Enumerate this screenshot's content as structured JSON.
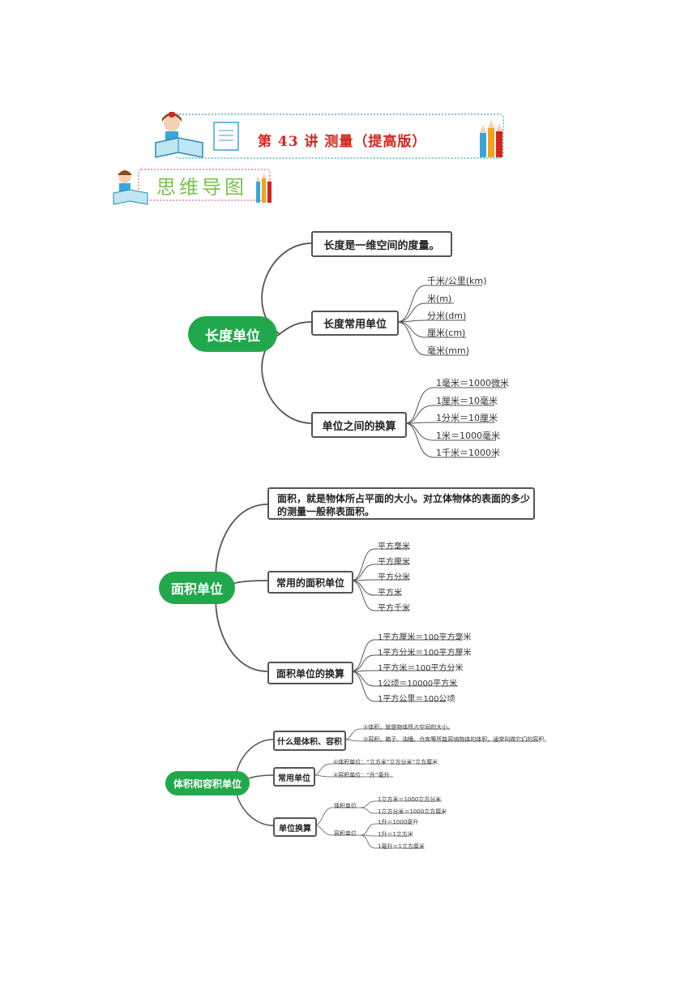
{
  "header": {
    "title": "第 43 讲  测量（提高版）",
    "subtitle": "思维导图"
  },
  "map1": {
    "root": "长度单位",
    "def": "长度是一维空间的度量。",
    "units_label": "长度常用单位",
    "units": [
      "千米/公里(km)",
      "米(m)",
      "分米(dm)",
      "厘米(cm)",
      "毫米(mm)"
    ],
    "conv_label": "单位之间的换算",
    "conversions": [
      "1毫米＝1000微米",
      "1厘米＝10毫米",
      "1分米＝10厘米",
      "1米＝1000毫米",
      "1千米＝1000米"
    ]
  },
  "map2": {
    "root": "面积单位",
    "def_line1": "面积，就是物体所占平面的大小。对立体物体的表面的多少",
    "def_line2": "的测量一般称表面积。",
    "units_label": "常用的面积单位",
    "units": [
      "平方毫米",
      "平方厘米",
      "平方分米",
      "平方米",
      "平方千米"
    ],
    "conv_label": "面积单位的换算",
    "conversions": [
      "1平方厘米＝100平方毫米",
      "1平方分米＝100平方厘米",
      "1平方米＝100平方分米",
      "1公顷＝10000平方米",
      "1平方公里＝100公顷"
    ]
  },
  "map3": {
    "root": "体积和容积单位",
    "what_label": "什么是体积、容积",
    "what_items": [
      "①体积，就是物体所占空间的大小。",
      "②容积，箱子、油桶、仓库等所能容纳物体的体积，通常叫做它们的容积。"
    ],
    "common_label": "常用单位",
    "common_items": [
      "①体积单位：“立方米”立方分米”立方厘米",
      "②容积单位：“升”毫升"
    ],
    "conv_label": "单位换算",
    "vol_label": "体积单位",
    "vol_items": [
      "1立方米＝1000立方分米",
      "1立方分米＝1000立方厘米"
    ],
    "cap_label": "容积单位",
    "cap_items": [
      "1升＝1000毫升",
      "1升＝1立方米",
      "1毫升＝1立方厘米"
    ]
  }
}
